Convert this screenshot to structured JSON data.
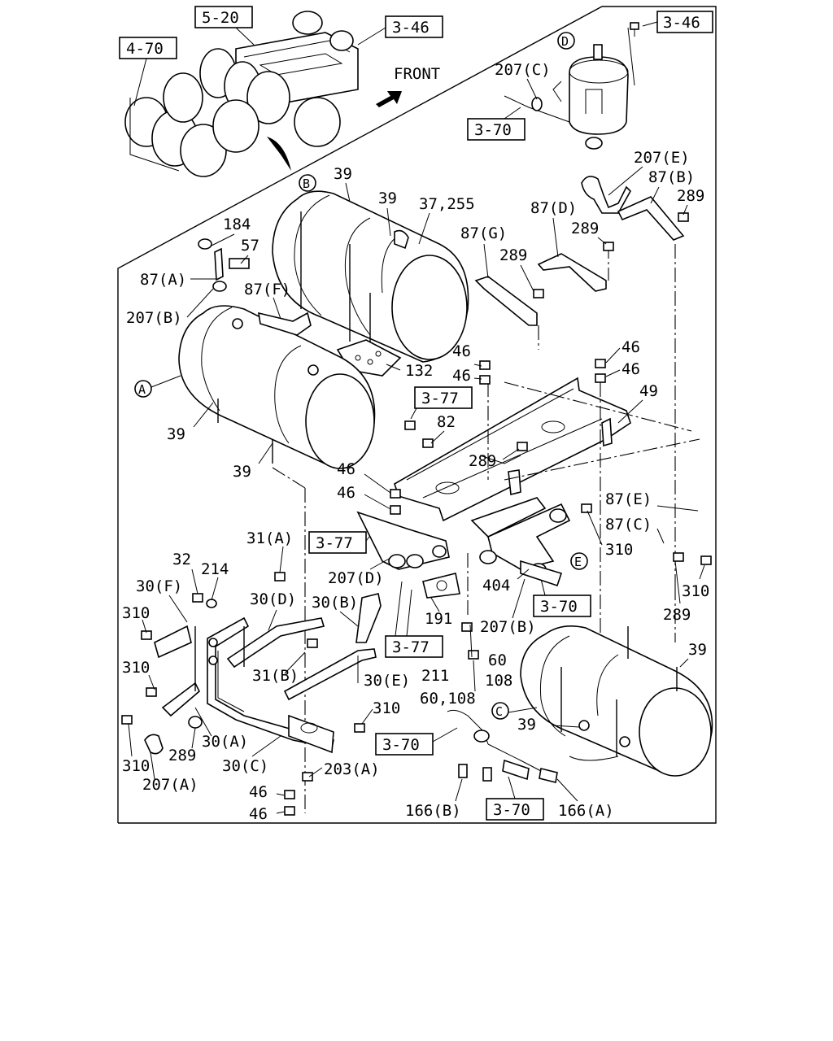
{
  "ref_boxes": [
    "5-20",
    "3-46",
    "4-70",
    "3-46",
    "3-70",
    "3-77",
    "3-77",
    "3-70",
    "3-77",
    "3-70",
    "3-70"
  ],
  "front_label": "FRONT",
  "callouts": {
    "A": "A",
    "B": "B",
    "C": "C",
    "D": "D",
    "E": "E"
  },
  "labels": [
    "207(C)",
    "207(E)",
    "87(B)",
    "289",
    "87(D)",
    "289",
    "39",
    "39",
    "37,255",
    "87(G)",
    "289",
    "184",
    "57",
    "87(A)",
    "87(F)",
    "207(B)",
    "132",
    "46",
    "46",
    "46",
    "46",
    "49",
    "82",
    "39",
    "39",
    "289",
    "46",
    "46",
    "87(E)",
    "87(C)",
    "310",
    "310",
    "31(A)",
    "32",
    "214",
    "30(F)",
    "30(D)",
    "30(B)",
    "207(D)",
    "404",
    "289",
    "310",
    "191",
    "207(B)",
    "39",
    "60",
    "108",
    "211",
    "60,108",
    "310",
    "31(B)",
    "30(E)",
    "310",
    "310",
    "30(A)",
    "289",
    "310",
    "207(A)",
    "30(C)",
    "203(A)",
    "39",
    "46",
    "46",
    "166(B)",
    "166(A)"
  ]
}
